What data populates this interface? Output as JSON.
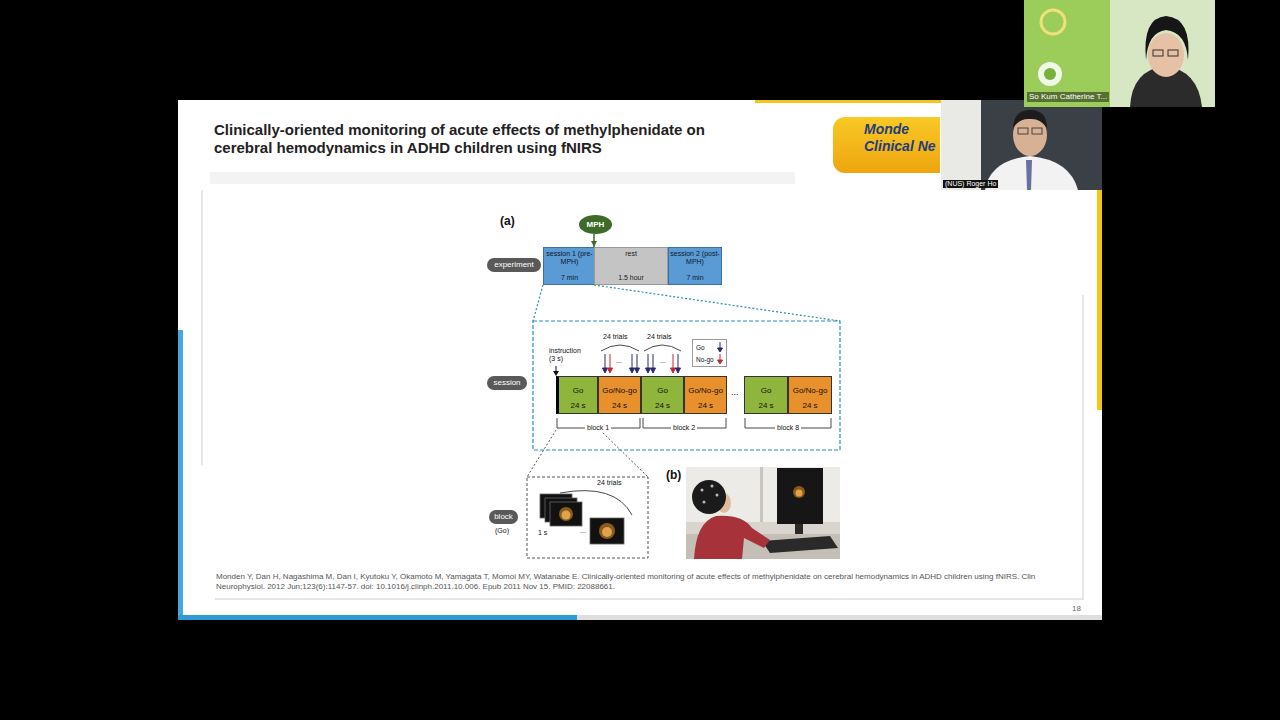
{
  "diagram": {
    "title": "Clinically-oriented monitoring of acute effects of methylphenidate on cerebral hemodynamics in ADHD children using fNIRS",
    "nodes": [
      {
        "text": [
          "Monde",
          "Clinical Ne"
        ]
      },
      {
        "text": [
          "MPH"
        ]
      },
      {
        "text": [
          "experiment"
        ]
      },
      {
        "text": [
          "session 1 (pre-MPH)",
          "7 min"
        ]
      },
      {
        "text": [
          "rest",
          "1.5 hour"
        ]
      },
      {
        "text": [
          "session 2 (post-MPH)",
          "7 min"
        ]
      },
      {
        "text": [
          "session"
        ]
      },
      {
        "text": [
          "Go",
          "24 s"
        ]
      },
      {
        "text": [
          "Go/No-go",
          "24 s"
        ]
      },
      {
        "text": [
          "Go",
          "24 s"
        ]
      },
      {
        "text": [
          "Go/No-go",
          "24 s"
        ]
      },
      {
        "text": [
          "Go",
          "24 s"
        ]
      },
      {
        "text": [
          "Go/No-go",
          "24 s"
        ]
      },
      {
        "text": [
          "block"
        ]
      }
    ],
    "edges": [
      {
        "from": 1,
        "to": 3,
        "arrow": "to"
      }
    ],
    "labels": [
      "(a)",
      "instruction (3 s)",
      "24 trials",
      "24 trials",
      "...",
      "...",
      "...",
      "block 1",
      "block 2",
      "block 8",
      "(Go)",
      "24 trials",
      "1 s",
      "...",
      "(b)",
      "Monden Y, Dan H, Nagashima M, Dan I, Kyutoku Y, Okamoto M, Yamagata T, Momoi MY, Watanabe E. Clinically-oriented monitoring of acute effects of methylphenidate on cerebral hemodynamics in ADHD children using fNIRS. Clin Neurophysiol. 2012 Jun;123(6):1147-57. doi: 10.1016/j.clinph.2011.10.006. Epub 2011 Nov 15. PMID: 22088661.",
      "18",
      "(NUS) Roger Ho",
      "So Kum Catherine T..."
    ],
    "legend": [
      {
        "text": "Go"
      },
      {
        "text": "No-go"
      }
    ]
  }
}
